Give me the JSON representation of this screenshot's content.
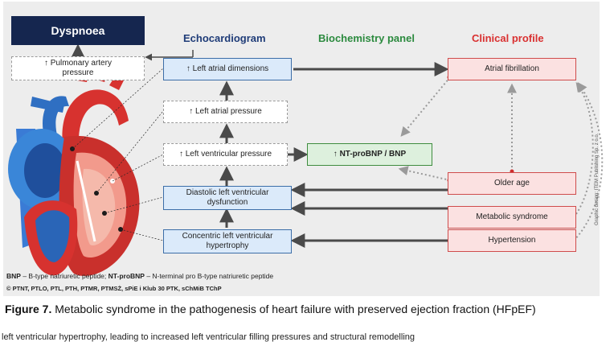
{
  "headers": {
    "dyspnoea": "Dyspnoea",
    "echo": "Echocardiogram",
    "biochem": "Biochemistry panel",
    "clinical": "Clinical profile"
  },
  "boxes": {
    "pulmonary": "↑ Pulmonary artery pressure",
    "la_dim": "↑ Left atrial dimensions",
    "la_press": "↑ Left atrial pressure",
    "lv_press": "↑ Left ventricular pressure",
    "diastolic": "Diastolic left ventricular dysfunction",
    "concentric": "Concentric left ventricular hypertrophy",
    "ntprobnp": "↑ NT-proBNP / BNP",
    "afib": "Atrial fibrillation",
    "older": "Older age",
    "metabolic": "Metabolic syndrome",
    "hypertension": "Hypertension"
  },
  "footnotes": {
    "bnp_abbr": "BNP",
    "bnp_def": " – B-type natriuretic peptide; ",
    "nt_abbr": "NT-proBNP",
    "nt_def": " – N-terminal pro B-type natriuretic peptide",
    "societies": "© PTNT, PTLO, PTL, PTH, PTMR, PTMSŻ, sPiE i Klub 30 PTK, sChMiB TChP",
    "credit": "Graphic design: ITEM Publishing Sp. z o.o."
  },
  "caption": {
    "label": "Figure 7.",
    "text": " Metabolic syndrome in the pathogenesis of heart failure with preserved ejection fraction (HFpEF)"
  },
  "body_fragment": "left ventricular hypertrophy, leading to increased left ventricular filling pressures and structural remodelling",
  "colors": {
    "navy": "#15264f",
    "echo_blue": "#1f3c78",
    "biochem_green": "#2b8a3e",
    "clinical_red": "#d93030",
    "arrow_dark": "#4a4a4a",
    "dotted_grey": "#9a9a9a"
  }
}
